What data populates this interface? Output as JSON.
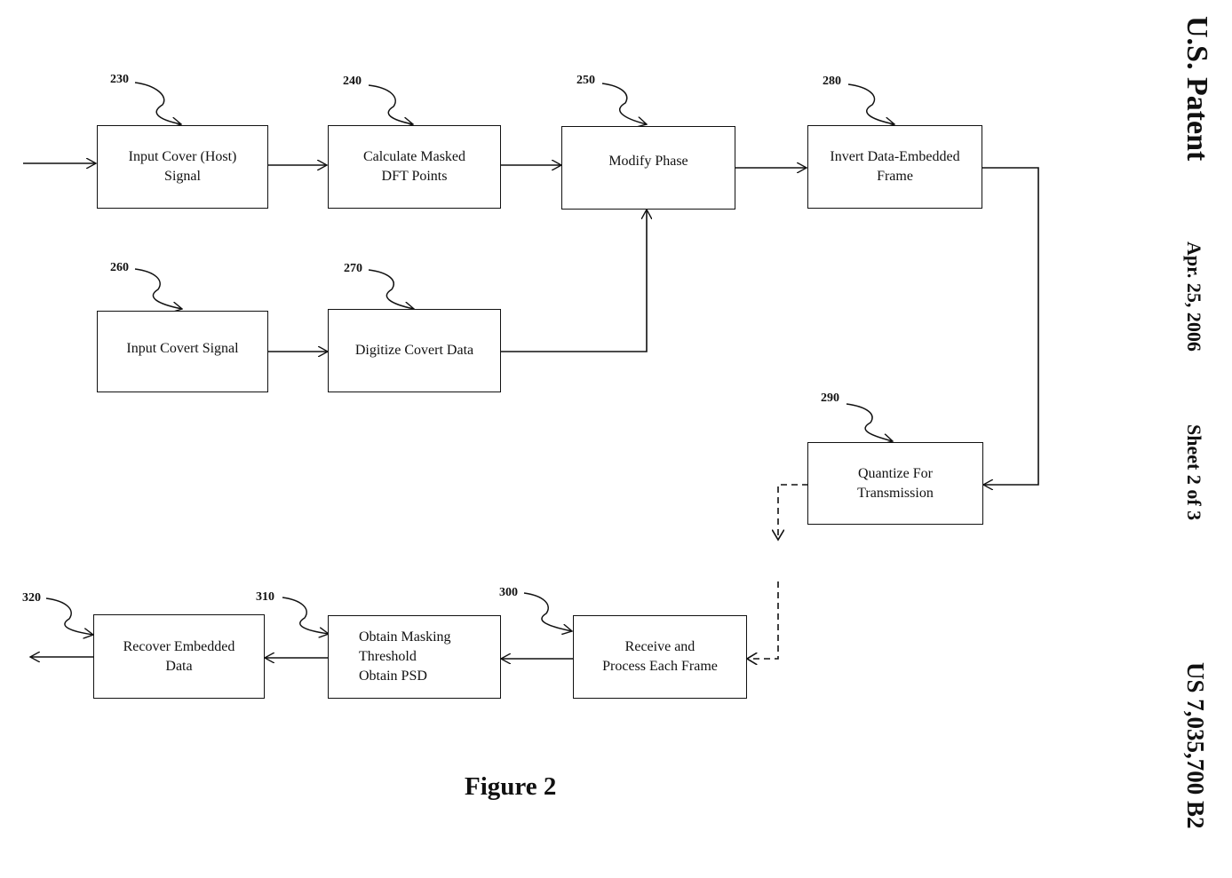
{
  "header": {
    "publisher": "U.S. Patent",
    "date": "Apr. 25, 2006",
    "sheet": "Sheet 2 of 3",
    "patent_number": "US 7,035,700 B2"
  },
  "figure": {
    "caption": "Figure 2"
  },
  "blocks": [
    {
      "id": "230",
      "ref": "230",
      "label": "Input Cover (Host)\nSignal"
    },
    {
      "id": "240",
      "ref": "240",
      "label": "Calculate Masked\nDFT Points"
    },
    {
      "id": "250",
      "ref": "250",
      "label": "Modify Phase"
    },
    {
      "id": "280",
      "ref": "280",
      "label": "Invert Data-Embedded\nFrame"
    },
    {
      "id": "260",
      "ref": "260",
      "label": "Input Covert Signal"
    },
    {
      "id": "270",
      "ref": "270",
      "label": "Digitize Covert Data"
    },
    {
      "id": "290",
      "ref": "290",
      "label": "Quantize For\nTransmission"
    },
    {
      "id": "300",
      "ref": "300",
      "label": "Receive and\nProcess Each Frame"
    },
    {
      "id": "310",
      "ref": "310",
      "label": "Obtain Masking\nThreshold\nObtain PSD"
    },
    {
      "id": "320",
      "ref": "320",
      "label": "Recover Embedded\nData"
    }
  ],
  "connections": [
    {
      "from": "input",
      "to": "230",
      "style": "solid"
    },
    {
      "from": "230",
      "to": "240",
      "style": "solid"
    },
    {
      "from": "240",
      "to": "250",
      "style": "solid"
    },
    {
      "from": "260",
      "to": "270",
      "style": "solid"
    },
    {
      "from": "270",
      "to": "250",
      "style": "solid"
    },
    {
      "from": "250",
      "to": "280",
      "style": "solid"
    },
    {
      "from": "280",
      "to": "290",
      "style": "solid"
    },
    {
      "from": "290",
      "to": "300",
      "style": "dashed"
    },
    {
      "from": "300",
      "to": "310",
      "style": "solid"
    },
    {
      "from": "310",
      "to": "320",
      "style": "solid"
    },
    {
      "from": "320",
      "to": "output",
      "style": "solid"
    }
  ]
}
